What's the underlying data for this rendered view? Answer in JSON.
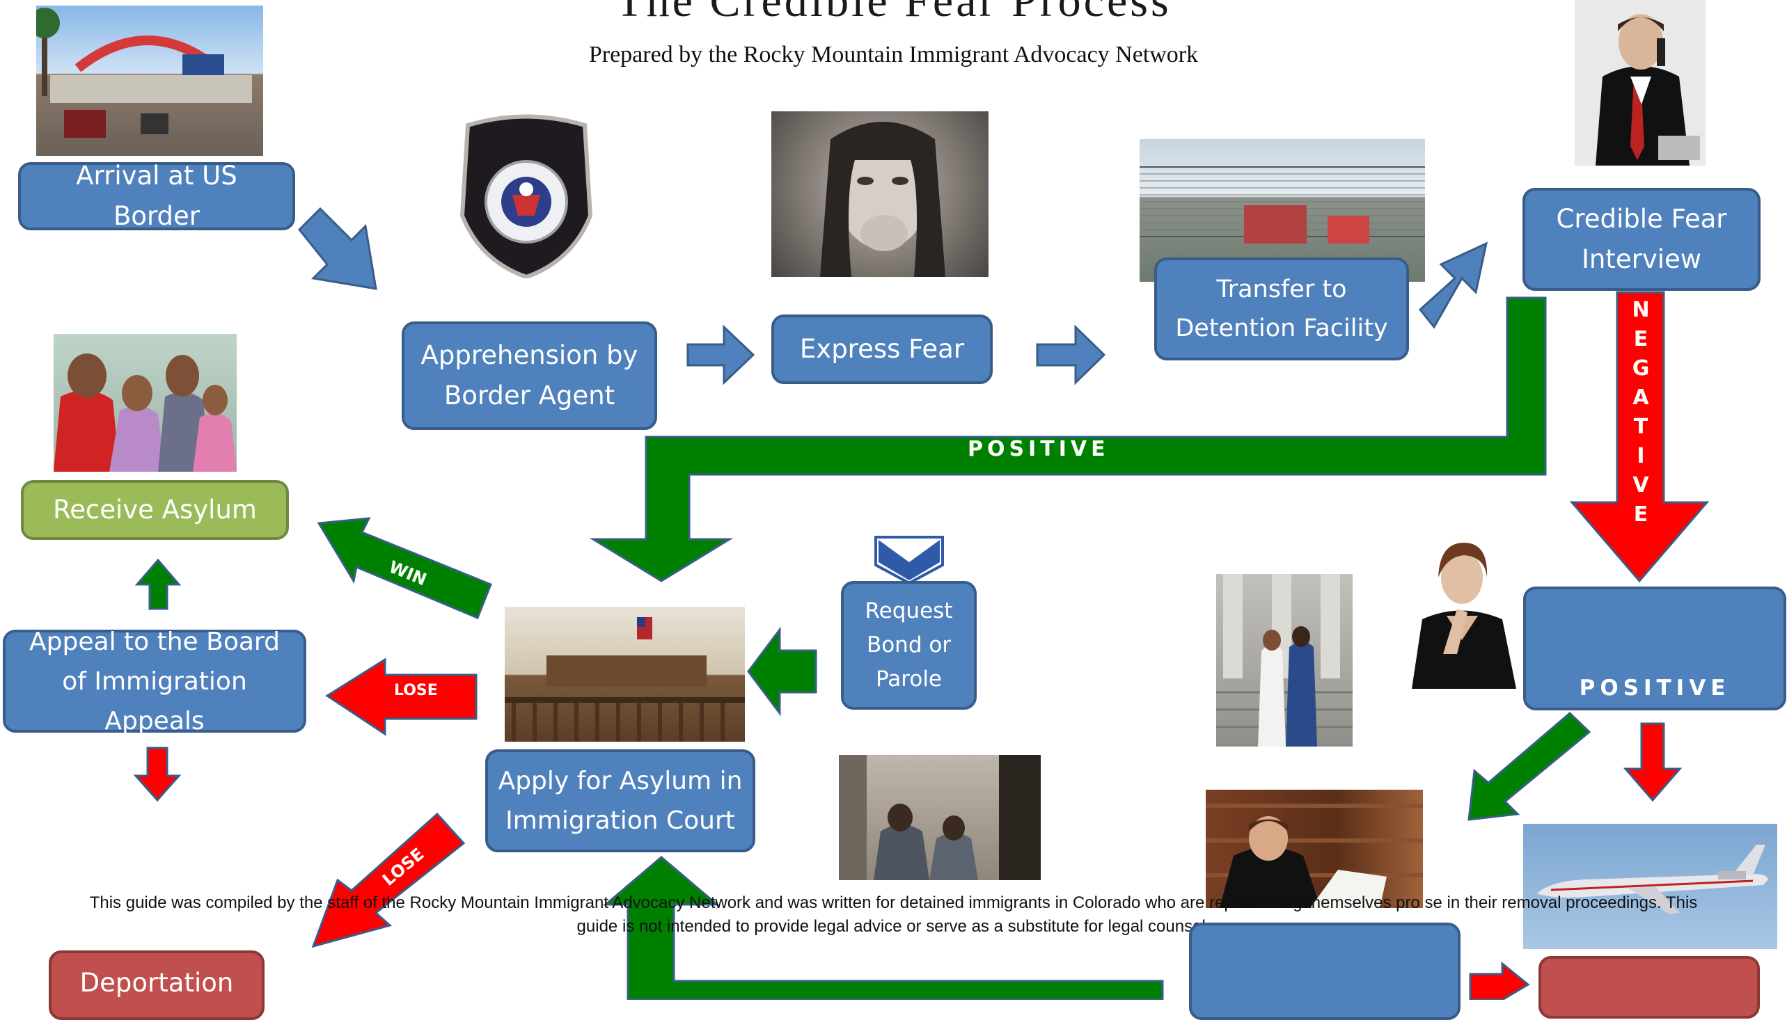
{
  "header": {
    "title": "The Credible Fear Process",
    "subtitle": "Prepared by the Rocky Mountain Immigrant Advocacy Network"
  },
  "steps": {
    "arrival": "Arrival at US Border",
    "apprehension": "Apprehension by Border Agent",
    "express_fear": "Express Fear",
    "transfer": "Transfer to Detention Facility",
    "interview": "Credible Fear Interview",
    "receive_asylum": "Receive Asylum",
    "appeal": "Appeal to the Board of Immigration Appeals",
    "apply": "Apply for Asylum in Immigration Court",
    "request_bond": "Request Bond or Parole",
    "deportation": "Deportation"
  },
  "arrow_labels": {
    "positive_top": "POSITIVE",
    "negative": [
      "N",
      "E",
      "G",
      "A",
      "T",
      "I",
      "V",
      "E"
    ],
    "positive_right": "POSITIVE",
    "win": "WIN",
    "lose_left": "LOSE",
    "lose_diag": "LOSE"
  },
  "footer": {
    "line1": "This guide was compiled by the staff of the Rocky Mountain Immigrant Advocacy Network and was written for detained immigrants in Colorado who are representing themselves pro se in their removal proceedings. This",
    "line2": "guide is not intended to provide legal advice or serve as a substitute for legal counsel."
  },
  "images": {
    "border_crossing": "border-crossing-photo",
    "cbp_patch": "cbp-patch-logo",
    "fearful_woman": "fearful-woman-photo",
    "detention_facility": "detention-facility-photo",
    "officer_on_phone": "officer-on-phone-photo",
    "family": "family-photo",
    "courtroom": "courtroom-photo",
    "courthouse_steps": "courthouse-steps-photo",
    "thinking_woman": "thinking-woman-photo",
    "judge": "judge-photo",
    "detainees": "detainees-photo",
    "airplane": "airplane-photo"
  },
  "colors": {
    "box_blue": "#4f81bd",
    "box_green": "#9bbb59",
    "box_red": "#c0504d",
    "arrow_green": "#008000",
    "arrow_red": "#ff0000"
  }
}
